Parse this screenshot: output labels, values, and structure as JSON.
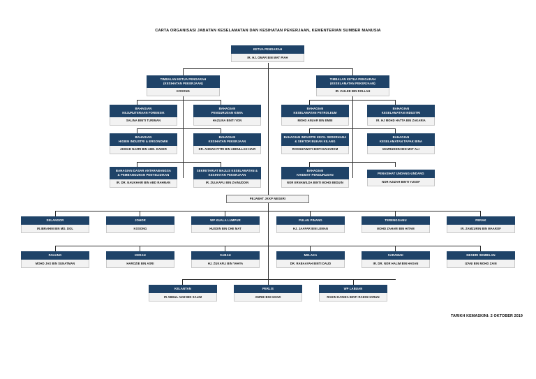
{
  "document": {
    "title": "CARTA ORGANISASI JABATAN KESELAMATAN DAN KESIHATAN PEKERJAAN, KEMENTERIAN SUMBER MANUSIA",
    "footer": "TARIKH KEMASKINI: 2 OKTOBER 2019",
    "colors": {
      "header_fill": "#1f4368",
      "header_text": "#ffffff",
      "body_fill": "#f2f2f2",
      "body_text": "#111111",
      "line": "#2b2b2b",
      "page_background": "#ffffff"
    }
  },
  "chart_data": {
    "type": "organization-chart",
    "title": "CARTA ORGANISASI JABATAN KESELAMATAN DAN KESIHATAN PEKERJAAN, KEMENTERIAN SUMBER MANUSIA",
    "levels": 6
  },
  "top": {
    "role": "KETUA PENGARAH",
    "name": "IR. HJ. OMAR BIN MAT PIAH"
  },
  "deputies": [
    {
      "role_line1": "TIMBALAN KETUA PENGARAH",
      "role_line2": "(KESIHATAN PEKERJAAN)",
      "name": "KOSONG"
    },
    {
      "role_line1": "TIMBALAN KETUA PENGARAH",
      "role_line2": "(KESELAMATAN PEKERJAAN)",
      "name": "IR. ZAILEE BIN DOLLAH"
    }
  ],
  "divisions_row1": [
    {
      "role_line1": "BAHAGIAN",
      "role_line2": "KEJURUTERAAN FORENSIK",
      "name": "SALINA BINTI TURIMAN"
    },
    {
      "role_line1": "BAHAGIAN",
      "role_line2": "PENGURUSAN KIMIA",
      "name": "HAZLINA BINTI YON"
    },
    {
      "role_line1": "BAHAGIAN",
      "role_line2": "KESELAMATAN PETROLEUM",
      "name": "MOHD ANUAR BIN EMBI"
    },
    {
      "role_line1": "BAHAGIAN",
      "role_line2": "KESELAMATAN INDUSTRI",
      "name": "IR. HJ MOHD HATTA BIN ZAKARIA"
    }
  ],
  "divisions_row2": [
    {
      "role_line1": "BAHAGIAN",
      "role_line2": "HIGIEN INDUSTRI & ERGONOMIK",
      "name": "AHMAD NAZRI BIN ABD. KADER"
    },
    {
      "role_line1": "BAHAGIAN",
      "role_line2": "KESIHATAN PEKERJAAN",
      "name": "DR. AHMAD FITRI BIN ABDULLAH HAIR"
    },
    {
      "role_line1": "BAHAGIAN INDUSTRI KECIL SEDERHANA",
      "role_line2": "& SEKTOR BUKAN KILANG",
      "name": "ROSNIZAWATI BINTI BAHAROM"
    },
    {
      "role_line1": "BAHAGIAN",
      "role_line2": "KESELAMATAN TAPAK BINA",
      "name": "MAZRUDDIN BIN MAT ALI"
    }
  ],
  "divisions_row3": [
    {
      "role_line1": "BAHAGIAN DASAR ANTARABANGSA",
      "role_line2": "& PEMBANGUNAN PENYELIDIKAN",
      "name": "IR. DR. NAUKHAIR BIN ABD RAHMAN"
    },
    {
      "role_line1": "SEKRETARIAT MAJLIS KESELAMATAN &",
      "role_line2": "KESIHATAN PEKERJAAN",
      "name": "IR. ZULKAPLI BIN ZAINUDDIN"
    },
    {
      "role_line1": "BAHAGIAN",
      "role_line2": "KHIDMAT PENGURUSAN",
      "name": "NOR ERNAWILDA BINTI MOHD BEDUIN"
    },
    {
      "role_line1": "PENASIHAT UNDANG-UNDANG",
      "role_line2": "",
      "name": "NOR AZIZAH BINTI YUSOF"
    }
  ],
  "state_header": {
    "label": "PEJABAT JKKP NEGERI"
  },
  "states_row1": [
    {
      "state": "SELANGOR",
      "name": "IR.IBRAHIM BIN MD. DOL"
    },
    {
      "state": "JOHOR",
      "name": "KOSONG"
    },
    {
      "state": "WP KUALA LUMPUR",
      "name": "HUSDIN BIN CHE MAT"
    },
    {
      "state": "PULAU PINANG",
      "name": "HJ. JAAFAR BIN LEMAN"
    },
    {
      "state": "TERENGGANU",
      "name": "MOHD ZAHARI BIN HITAM"
    },
    {
      "state": "PERAK",
      "name": "IR. ZAMZURIN BIN MAAROF"
    }
  ],
  "states_row2": [
    {
      "state": "PAHANG",
      "name": "MOHD JAS BIN SUNATMAN"
    },
    {
      "state": "KEDAH",
      "name": "HAROZIE BIN ASRI"
    },
    {
      "state": "SABAH",
      "name": "HJ. ZUKAFLI BIN YAHYA"
    },
    {
      "state": "MELAKA",
      "name": "DR. RABAAYAH BINTI DAUD"
    },
    {
      "state": "SARAWAK",
      "name": "IR. DR. NOR HALIM BIN HASAN"
    },
    {
      "state": "NEGERI SEMBILAN",
      "name": "IZANI BIN MOHD ZAIN"
    }
  ],
  "states_row3": [
    {
      "state": "KELANTAN",
      "name": "IR ABDUL AZIZ BIN SALIM"
    },
    {
      "state": "PERLIS",
      "name": "AMRIE BIN GHAZI"
    },
    {
      "state": "WP LABUAN",
      "name": "RADIN HANIDA BINTI RADIN HARUN"
    }
  ]
}
